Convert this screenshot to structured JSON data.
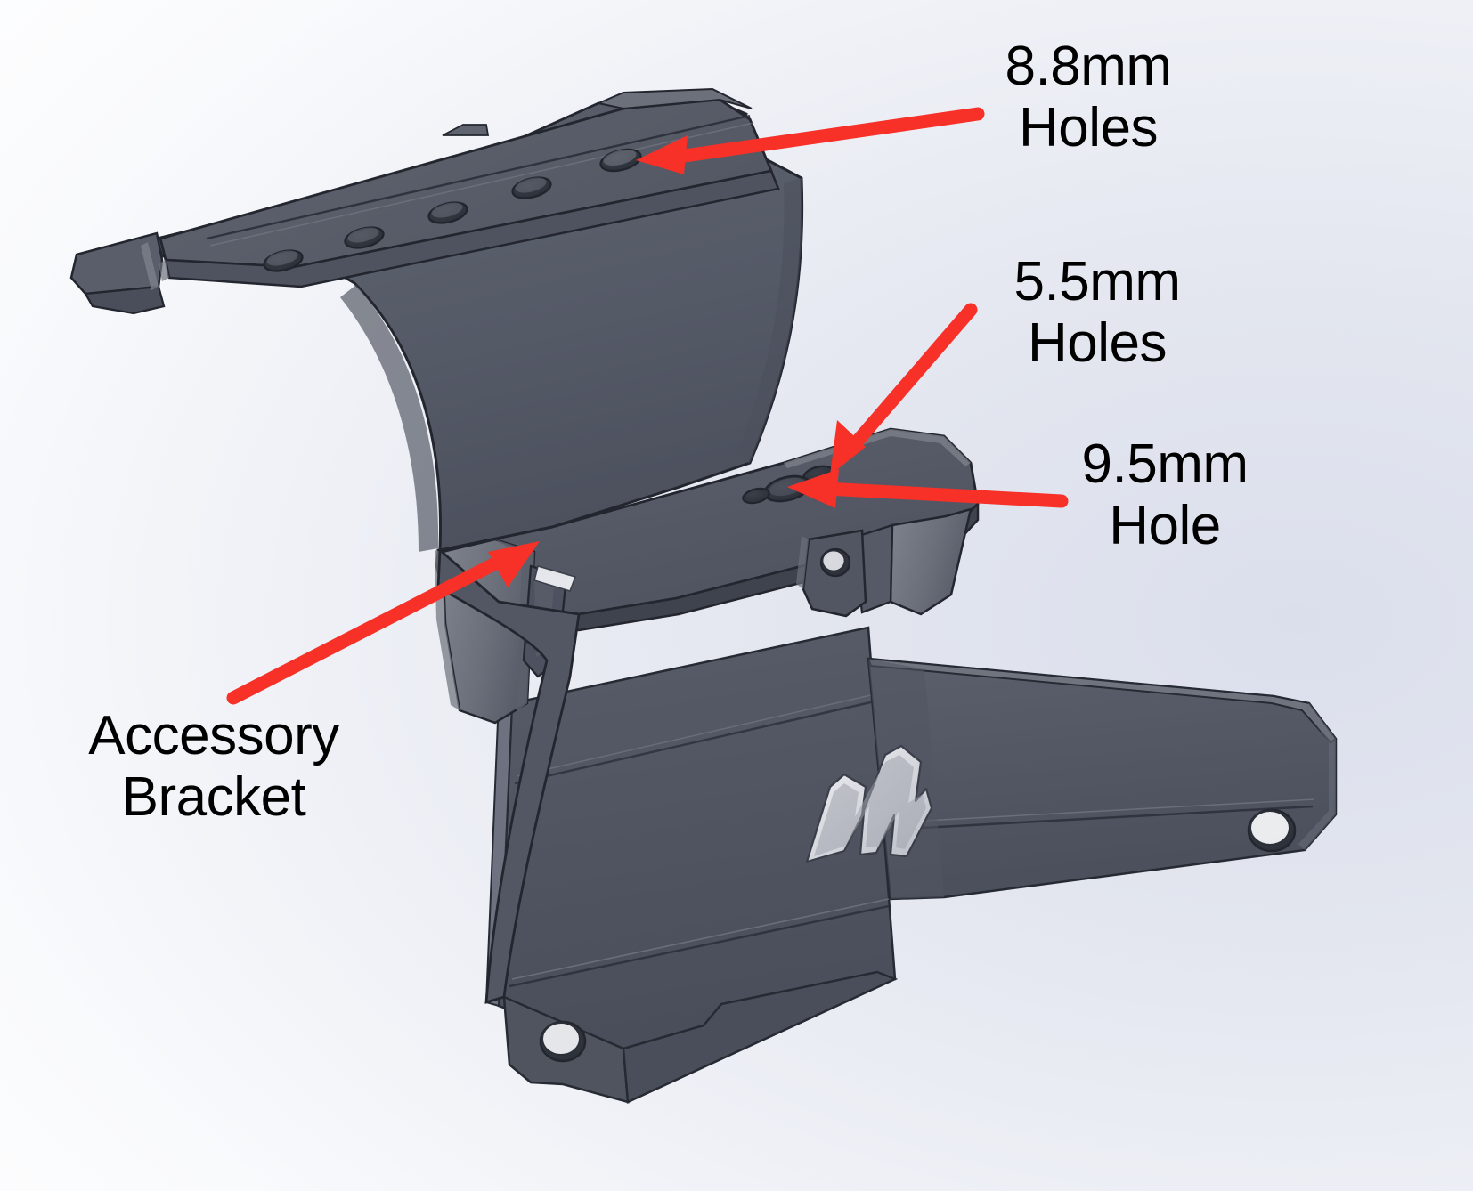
{
  "diagram": {
    "title": "Accessory bracket CAD annotation diagram",
    "subject": "sheet-metal accessory bracket",
    "background_color": "#e3e6ef",
    "part_color": "#565b68",
    "arrow_color": "#f73028"
  },
  "annotations": [
    {
      "id": "holes-8-8",
      "text": "8.8mm\nHoles",
      "size": "8.8mm",
      "feature": "Holes",
      "count_visible": 5,
      "points_to": "row of five holes on upper mounting flange"
    },
    {
      "id": "holes-5-5",
      "text": "5.5mm\nHoles",
      "size": "5.5mm",
      "feature": "Holes",
      "count_visible": 2,
      "points_to": "small holes on middle shelf"
    },
    {
      "id": "hole-9-5",
      "text": "9.5mm\nHole",
      "size": "9.5mm",
      "feature": "Hole",
      "count_visible": 1,
      "points_to": "large oval hole on middle shelf"
    },
    {
      "id": "accessory-bracket",
      "text": "Accessory\nBracket",
      "feature": "Accessory Bracket",
      "points_to": "left side gusset tab under middle shelf"
    }
  ],
  "part_features": {
    "upper_flange_holes": 5,
    "shelf_holes": 3,
    "side_tab_holes": 1,
    "lower_arm_holes": 1,
    "foot_holes": 1,
    "logo": "mountain-peak cutout emblem"
  }
}
